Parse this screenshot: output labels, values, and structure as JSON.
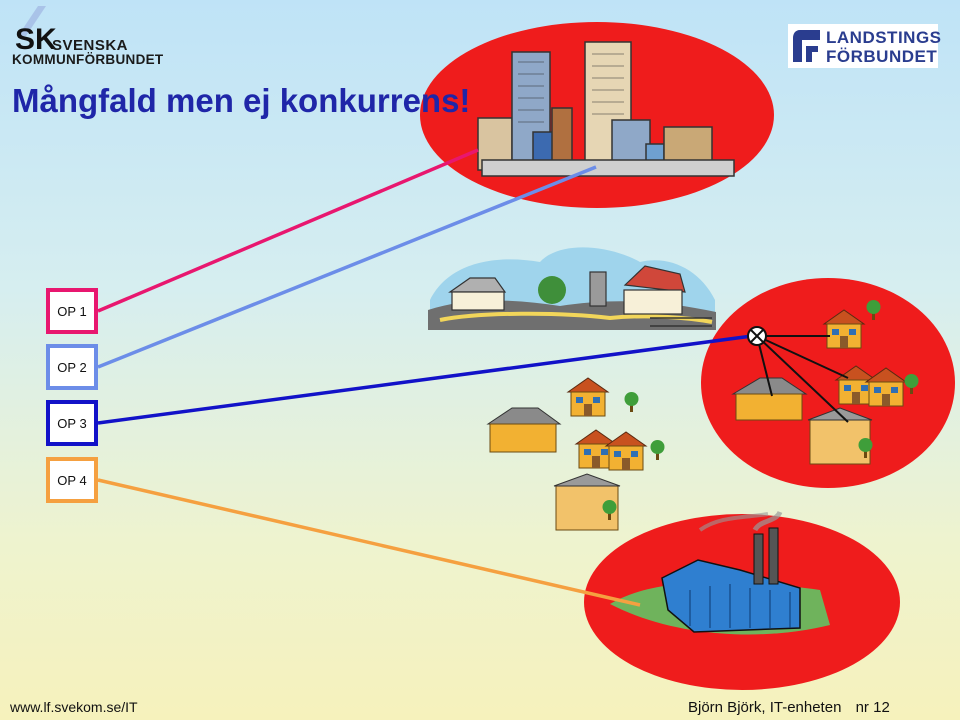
{
  "header": {
    "sk_logo": {
      "line1": "SVENSKA",
      "line2": "KOMMUNFÖRBUNDET"
    },
    "lf_logo": {
      "line1": "LANDSTINGS",
      "line2": "FÖRBUNDET"
    },
    "title": "Mångfald men ej konkurrens!"
  },
  "operators": [
    {
      "label": "OP 1",
      "color": "#e8176f"
    },
    {
      "label": "OP 2",
      "color": "#6c8de8"
    },
    {
      "label": "OP 3",
      "color": "#1212c8"
    },
    {
      "label": "OP 4",
      "color": "#f5a040"
    }
  ],
  "colors": {
    "title": "#1f26a8",
    "highlight_circle": "#ef1c1c",
    "logo_blue": "#2a3d8f"
  },
  "footer": {
    "url": "www.lf.svekom.se/IT",
    "author": "Björn Björk, IT-enheten",
    "slide_prefix": "nr",
    "slide_number": "12"
  }
}
